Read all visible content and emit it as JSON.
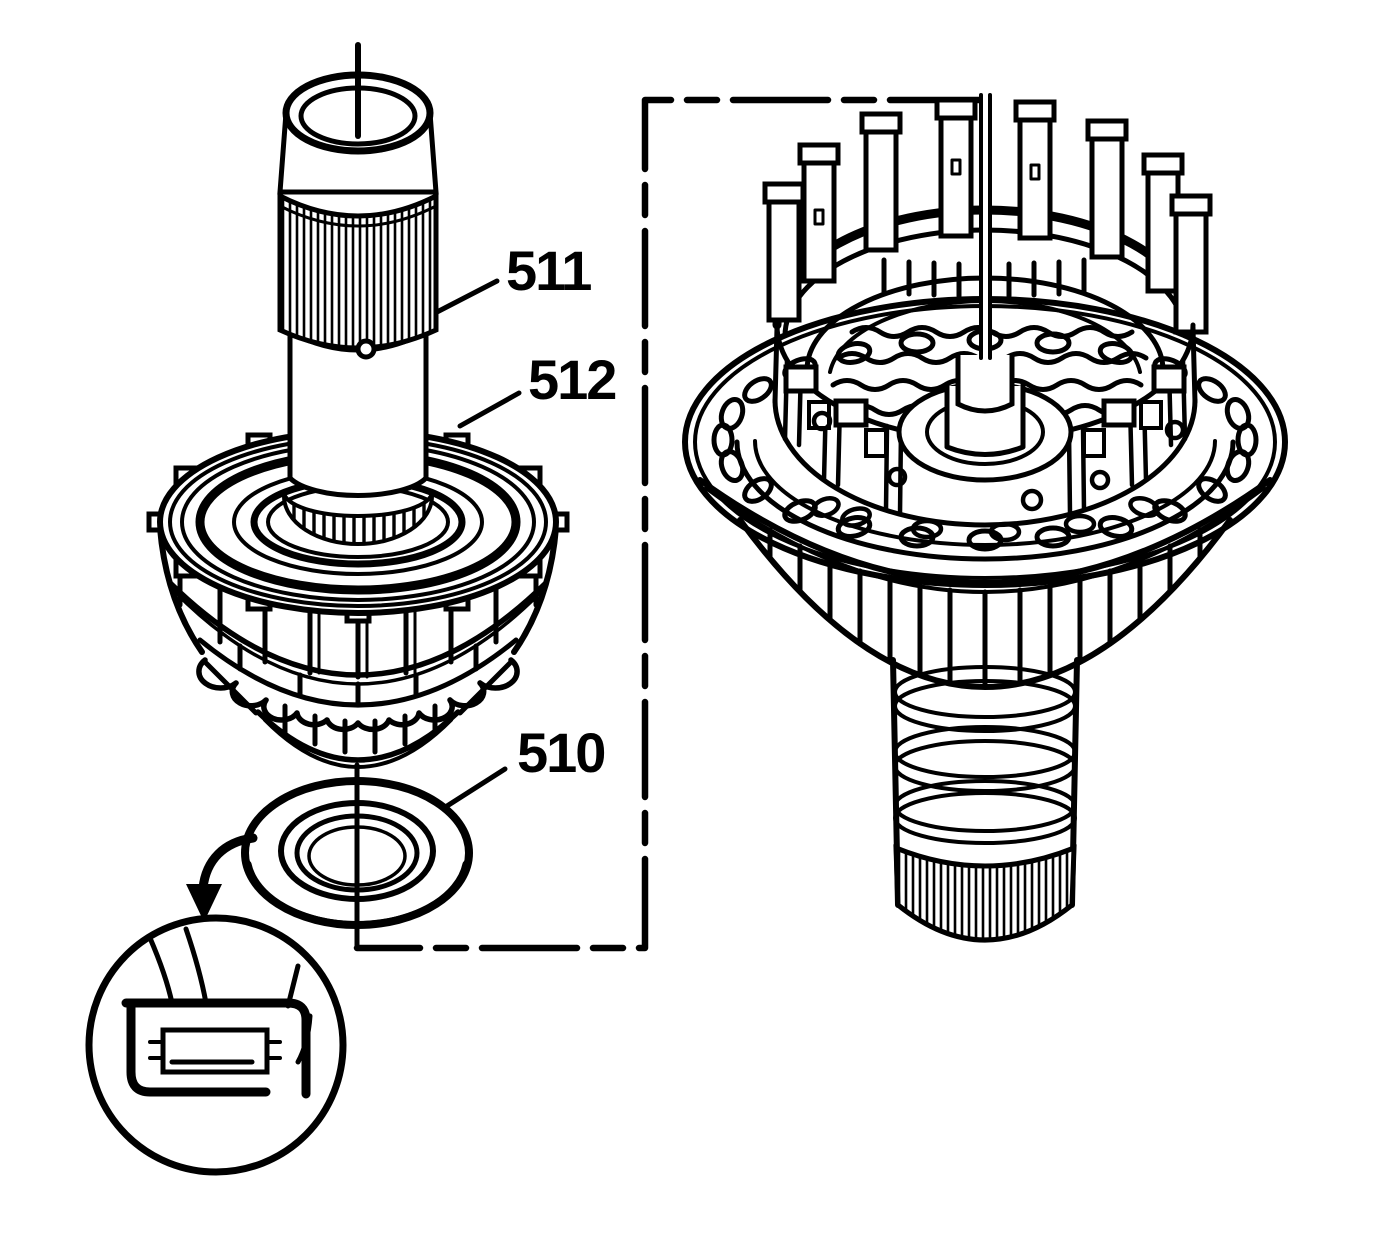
{
  "figure": {
    "background_color": "#ffffff",
    "line_color": "#000000",
    "callouts": [
      {
        "label": "511"
      },
      {
        "label": "512"
      },
      {
        "label": "510"
      }
    ]
  }
}
